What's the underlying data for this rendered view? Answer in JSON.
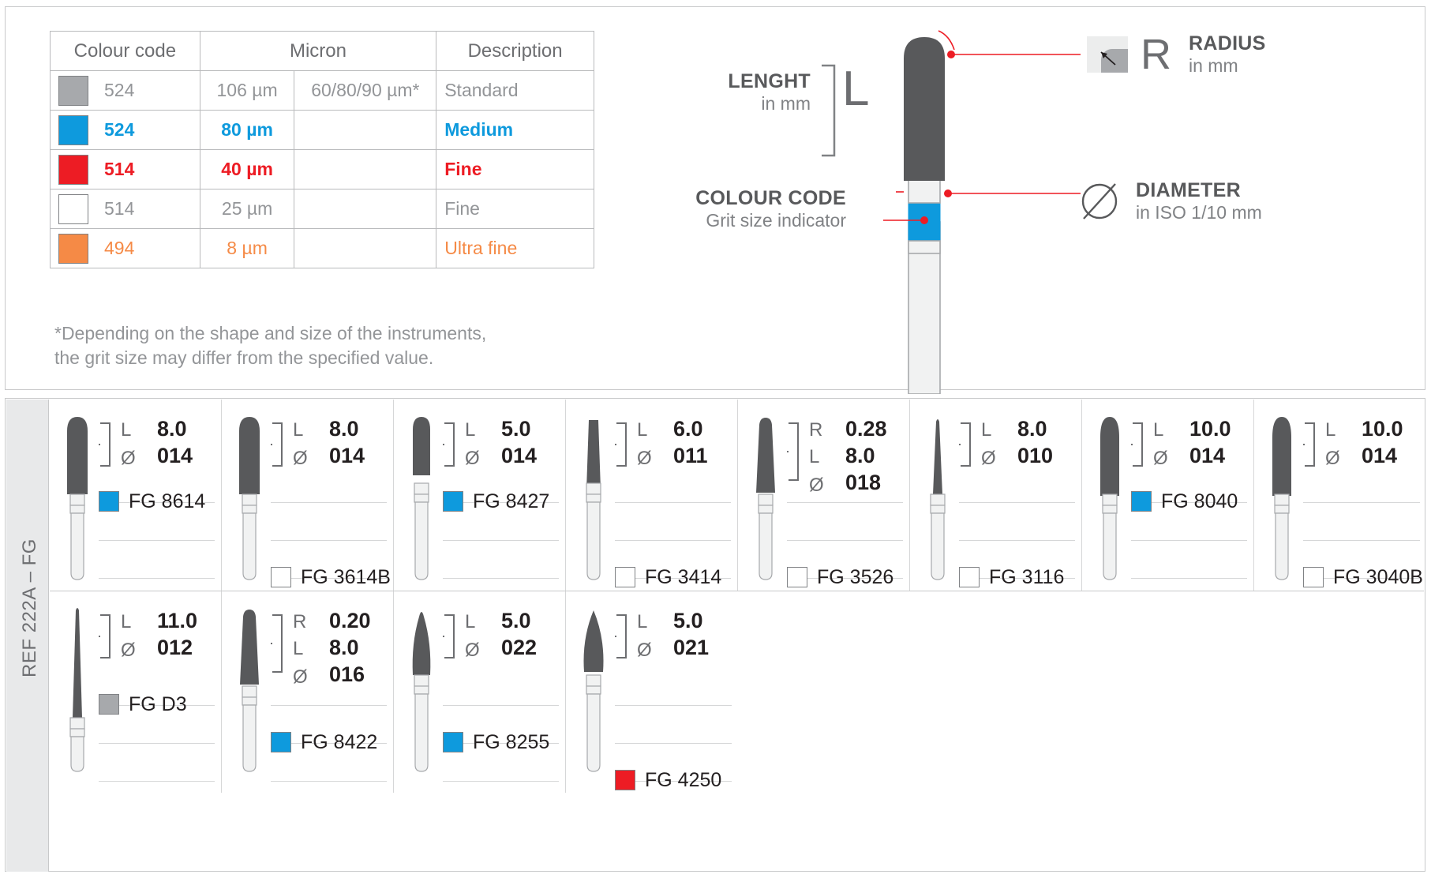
{
  "grit_table": {
    "headers": {
      "colour_code": "Colour code",
      "micron": "Micron",
      "description": "Description"
    },
    "rows": [
      {
        "code": "524",
        "swatch": "#a7a9ac",
        "micron": "106 µm",
        "micron2": "60/80/90 µm*",
        "description": "Standard",
        "text_color": "#939598",
        "bold": false
      },
      {
        "code": "524",
        "swatch": "#0e9add",
        "micron": "80 µm",
        "micron2": "",
        "description": "Medium",
        "text_color": "#0e9add",
        "bold": true
      },
      {
        "code": "514",
        "swatch": "#ed1c24",
        "micron": "40 µm",
        "micron2": "",
        "description": "Fine",
        "text_color": "#ed1c24",
        "bold": true
      },
      {
        "code": "514",
        "swatch": "#ffffff",
        "micron": "25 µm",
        "micron2": "",
        "description": "Fine",
        "text_color": "#939598",
        "bold": false
      },
      {
        "code": "494",
        "swatch": "#f58a46",
        "micron": "8 µm",
        "micron2": "",
        "description": "Ultra fine",
        "text_color": "#f58a46",
        "bold": false
      }
    ],
    "footnote": "*Depending on the shape and size of the instruments,\n  the grit size may differ from the specified value."
  },
  "diagram": {
    "length": {
      "title": "LENGHT",
      "subtitle": "in mm",
      "symbol": "L"
    },
    "colour_code": {
      "title": "COLOUR CODE",
      "subtitle": "Grit size indicator"
    },
    "radius": {
      "title": "RADIUS",
      "subtitle": "in mm",
      "symbol": "R"
    },
    "diameter": {
      "title": "DIAMETER",
      "subtitle": "in ISO 1/10 mm"
    },
    "colours": {
      "head": "#58595b",
      "band": "#0e9add",
      "shank": "#e6e7e8",
      "callout": "#ed1c24"
    }
  },
  "reference": {
    "label": "REF 222A – FG"
  },
  "swatch_colors": {
    "blue": "#0e9add",
    "red": "#ed1c24",
    "grey": "#a7a9ac",
    "white": "#ffffff"
  },
  "cards": [
    {
      "shape": "cylinder-round-end",
      "specs": [
        {
          "key": "L",
          "value": "8.0"
        },
        {
          "key": "Ø",
          "value": "014"
        }
      ],
      "codes": [
        {
          "slot": 1,
          "swatch": "#0e9add",
          "text": "FG 8614"
        }
      ]
    },
    {
      "shape": "cylinder-round-end",
      "specs": [
        {
          "key": "L",
          "value": "8.0"
        },
        {
          "key": "Ø",
          "value": "014"
        }
      ],
      "codes": [
        {
          "slot": 3,
          "swatch": "#ffffff",
          "text": "FG 3614B"
        }
      ]
    },
    {
      "shape": "cylinder-short",
      "specs": [
        {
          "key": "L",
          "value": "5.0"
        },
        {
          "key": "Ø",
          "value": "014"
        }
      ],
      "codes": [
        {
          "slot": 1,
          "swatch": "#0e9add",
          "text": "FG 8427"
        }
      ]
    },
    {
      "shape": "taper-flat-end",
      "specs": [
        {
          "key": "L",
          "value": "6.0"
        },
        {
          "key": "Ø",
          "value": "011"
        }
      ],
      "codes": [
        {
          "slot": 3,
          "swatch": "#ffffff",
          "text": "FG 3414"
        }
      ]
    },
    {
      "shape": "taper-round-edge",
      "specs": [
        {
          "key": "R",
          "value": "0.28"
        },
        {
          "key": "L",
          "value": "8.0"
        },
        {
          "key": "Ø",
          "value": "018"
        }
      ],
      "codes": [
        {
          "slot": 3,
          "swatch": "#ffffff",
          "text": "FG 3526"
        }
      ]
    },
    {
      "shape": "needle-taper",
      "specs": [
        {
          "key": "L",
          "value": "8.0"
        },
        {
          "key": "Ø",
          "value": "010"
        }
      ],
      "codes": [
        {
          "slot": 3,
          "swatch": "#ffffff",
          "text": "FG 3116"
        }
      ]
    },
    {
      "shape": "bullet",
      "specs": [
        {
          "key": "L",
          "value": "10.0"
        },
        {
          "key": "Ø",
          "value": "014"
        }
      ],
      "codes": [
        {
          "slot": 1,
          "swatch": "#0e9add",
          "text": "FG 8040"
        }
      ]
    },
    {
      "shape": "bullet",
      "specs": [
        {
          "key": "L",
          "value": "10.0"
        },
        {
          "key": "Ø",
          "value": "014"
        }
      ],
      "codes": [
        {
          "slot": 3,
          "swatch": "#ffffff",
          "text": "FG 3040B"
        }
      ]
    },
    {
      "shape": "needle-long",
      "specs": [
        {
          "key": "L",
          "value": "11.0"
        },
        {
          "key": "Ø",
          "value": "012"
        }
      ],
      "codes": [
        {
          "slot": 1,
          "swatch": "#a7a9ac",
          "text": "FG D3"
        }
      ]
    },
    {
      "shape": "taper-round-edge",
      "specs": [
        {
          "key": "R",
          "value": "0.20"
        },
        {
          "key": "L",
          "value": "8.0"
        },
        {
          "key": "Ø",
          "value": "016"
        }
      ],
      "codes": [
        {
          "slot": 2,
          "swatch": "#0e9add",
          "text": "FG 8422"
        }
      ]
    },
    {
      "shape": "flame",
      "specs": [
        {
          "key": "L",
          "value": "5.0"
        },
        {
          "key": "Ø",
          "value": "022"
        }
      ],
      "codes": [
        {
          "slot": 2,
          "swatch": "#0e9add",
          "text": "FG 8255"
        }
      ]
    },
    {
      "shape": "egg",
      "specs": [
        {
          "key": "L",
          "value": "5.0"
        },
        {
          "key": "Ø",
          "value": "021"
        }
      ],
      "codes": [
        {
          "slot": 3,
          "swatch": "#ed1c24",
          "text": "FG 4250"
        }
      ]
    }
  ]
}
